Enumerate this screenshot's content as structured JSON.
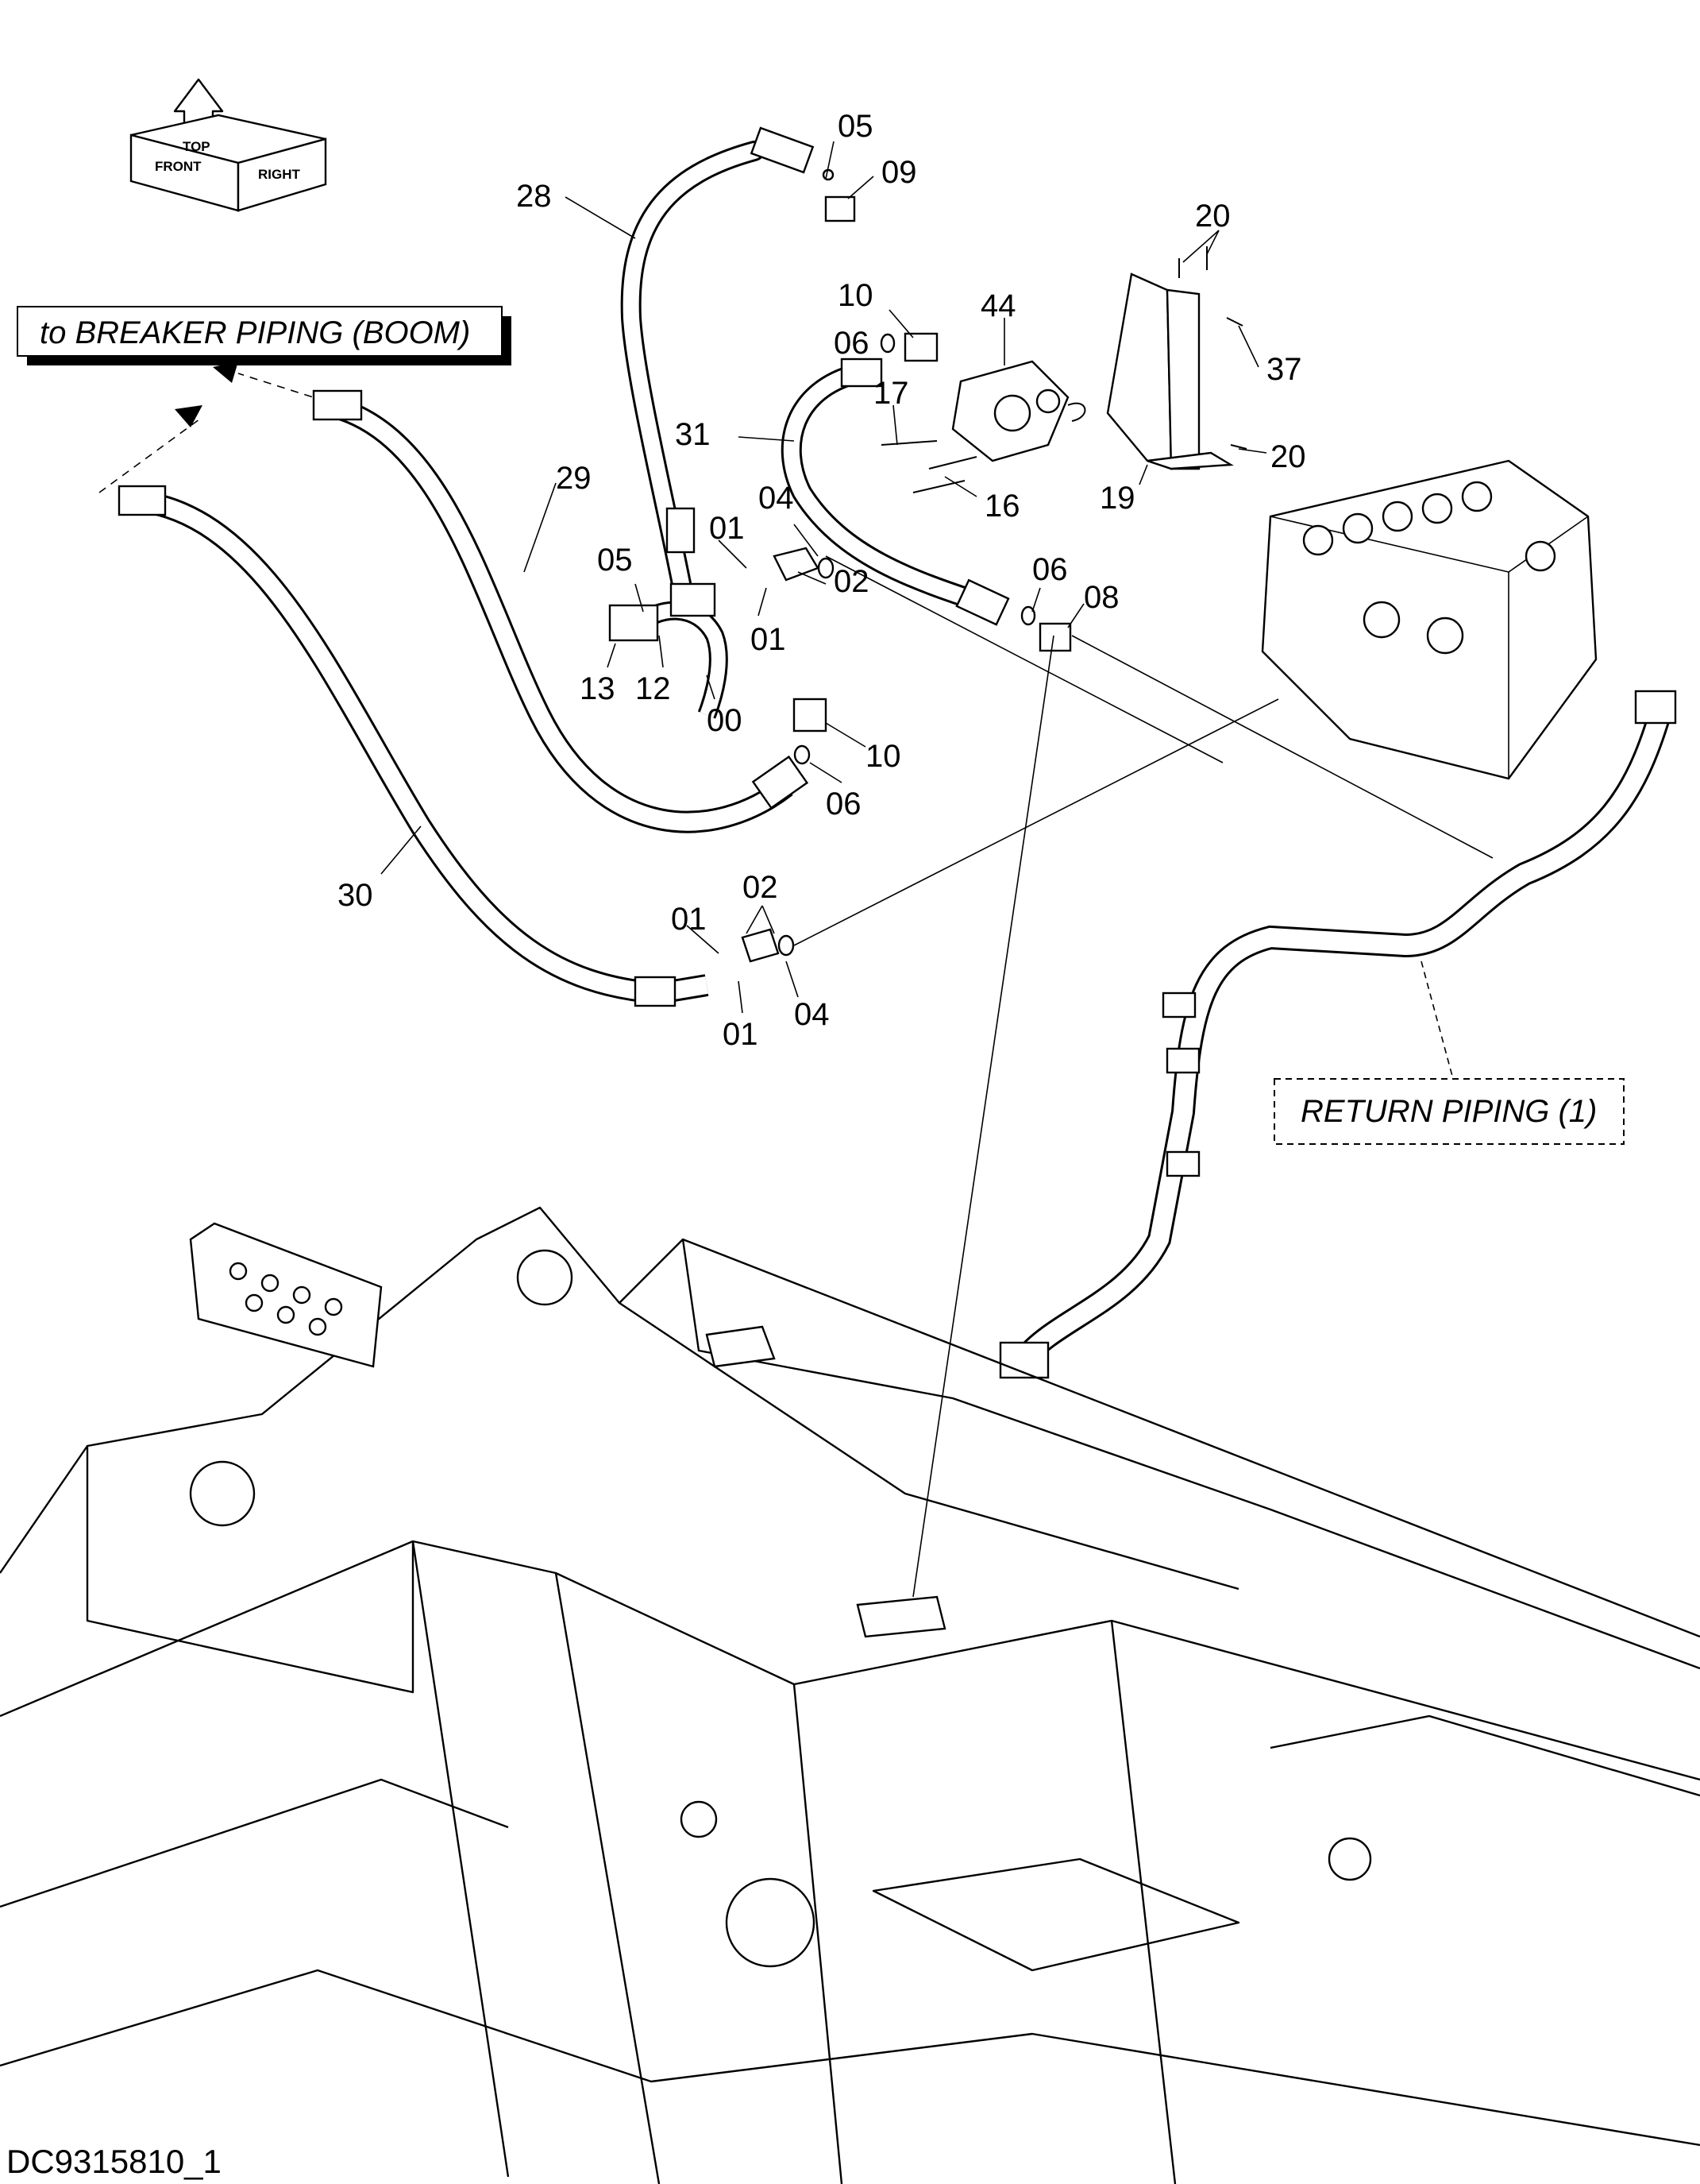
{
  "references": {
    "breaker": "to BREAKER PIPING (BOOM)",
    "return": "RETURN PIPING (1)"
  },
  "orientation": {
    "top": "TOP",
    "front": "FRONT",
    "right": "RIGHT"
  },
  "drawing_code": "DC9315810_1",
  "callouts": [
    {
      "id": "c28",
      "text": "28"
    },
    {
      "id": "c05a",
      "text": "05"
    },
    {
      "id": "c09",
      "text": "09"
    },
    {
      "id": "c20a",
      "text": "20"
    },
    {
      "id": "c10a",
      "text": "10"
    },
    {
      "id": "c44",
      "text": "44"
    },
    {
      "id": "c06a",
      "text": "06"
    },
    {
      "id": "c37",
      "text": "37"
    },
    {
      "id": "c17",
      "text": "17"
    },
    {
      "id": "c31",
      "text": "31"
    },
    {
      "id": "c20b",
      "text": "20"
    },
    {
      "id": "c29",
      "text": "29"
    },
    {
      "id": "c16",
      "text": "16"
    },
    {
      "id": "c19",
      "text": "19"
    },
    {
      "id": "c04a",
      "text": "04"
    },
    {
      "id": "c01a",
      "text": "01"
    },
    {
      "id": "c05b",
      "text": "05"
    },
    {
      "id": "c02a",
      "text": "02"
    },
    {
      "id": "c06b",
      "text": "06"
    },
    {
      "id": "c08",
      "text": "08"
    },
    {
      "id": "c01b",
      "text": "01"
    },
    {
      "id": "c13",
      "text": "13"
    },
    {
      "id": "c12",
      "text": "12"
    },
    {
      "id": "c00",
      "text": "00"
    },
    {
      "id": "c10b",
      "text": "10"
    },
    {
      "id": "c06c",
      "text": "06"
    },
    {
      "id": "c30",
      "text": "30"
    },
    {
      "id": "c02b",
      "text": "02"
    },
    {
      "id": "c01c",
      "text": "01"
    },
    {
      "id": "c04b",
      "text": "04"
    },
    {
      "id": "c01d",
      "text": "01"
    }
  ]
}
